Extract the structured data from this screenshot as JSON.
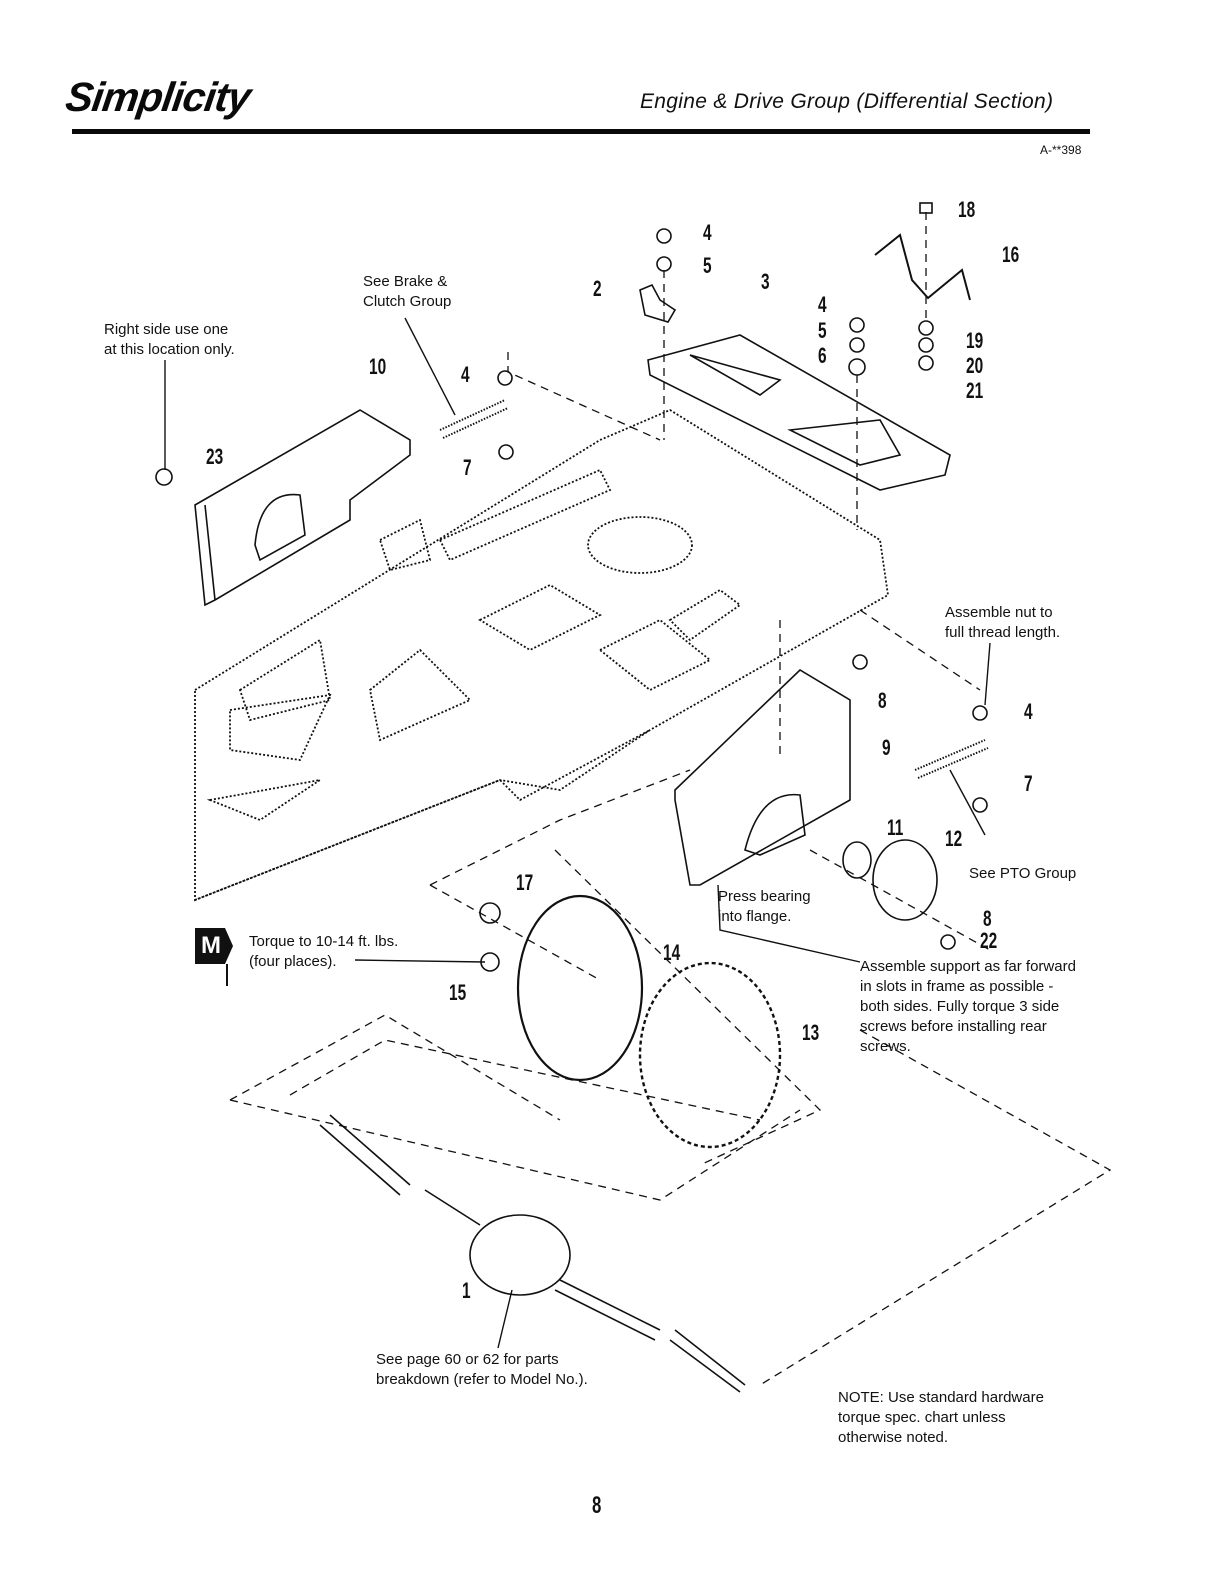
{
  "header": {
    "brand": "Simplicity",
    "title": "Engine & Drive Group (Differential Section)",
    "doc_id": "A-**398"
  },
  "annotations": {
    "right_side": "Right side use one\nat this location only.",
    "brake_clutch": "See Brake &\nClutch Group",
    "nut_thread": "Assemble nut to\nfull thread length.",
    "pto_group": "See PTO Group",
    "press_bearing": "Press bearing\ninto flange.",
    "support": "Assemble support as far forward\nin slots in frame as possible -\nboth sides. Fully torque 3 side\nscrews before installing rear\nscrews.",
    "torque": "Torque to 10-14 ft. lbs.\n(four places).",
    "torque_badge": "M",
    "parts_breakdown": "See page 60 or 62 for parts\nbreakdown (refer to Model No.).",
    "note": "NOTE: Use standard hardware\ntorque spec. chart unless\notherwise noted."
  },
  "callouts": [
    {
      "id": "c4a",
      "label": "4"
    },
    {
      "id": "c5a",
      "label": "5"
    },
    {
      "id": "c2",
      "label": "2"
    },
    {
      "id": "c3",
      "label": "3"
    },
    {
      "id": "c18",
      "label": "18"
    },
    {
      "id": "c16",
      "label": "16"
    },
    {
      "id": "c4b",
      "label": "4"
    },
    {
      "id": "c5b",
      "label": "5"
    },
    {
      "id": "c6",
      "label": "6"
    },
    {
      "id": "c19",
      "label": "19"
    },
    {
      "id": "c20",
      "label": "20"
    },
    {
      "id": "c21",
      "label": "21"
    },
    {
      "id": "c10",
      "label": "10"
    },
    {
      "id": "c4c",
      "label": "4"
    },
    {
      "id": "c7a",
      "label": "7"
    },
    {
      "id": "c23",
      "label": "23"
    },
    {
      "id": "c8a",
      "label": "8"
    },
    {
      "id": "c9",
      "label": "9"
    },
    {
      "id": "c4d",
      "label": "4"
    },
    {
      "id": "c7b",
      "label": "7"
    },
    {
      "id": "c11",
      "label": "11"
    },
    {
      "id": "c12",
      "label": "12"
    },
    {
      "id": "c8b",
      "label": "8"
    },
    {
      "id": "c22",
      "label": "22"
    },
    {
      "id": "c17",
      "label": "17"
    },
    {
      "id": "c14",
      "label": "14"
    },
    {
      "id": "c15",
      "label": "15"
    },
    {
      "id": "c13",
      "label": "13"
    },
    {
      "id": "c1",
      "label": "1"
    }
  ],
  "footer": {
    "page_number": "8"
  }
}
